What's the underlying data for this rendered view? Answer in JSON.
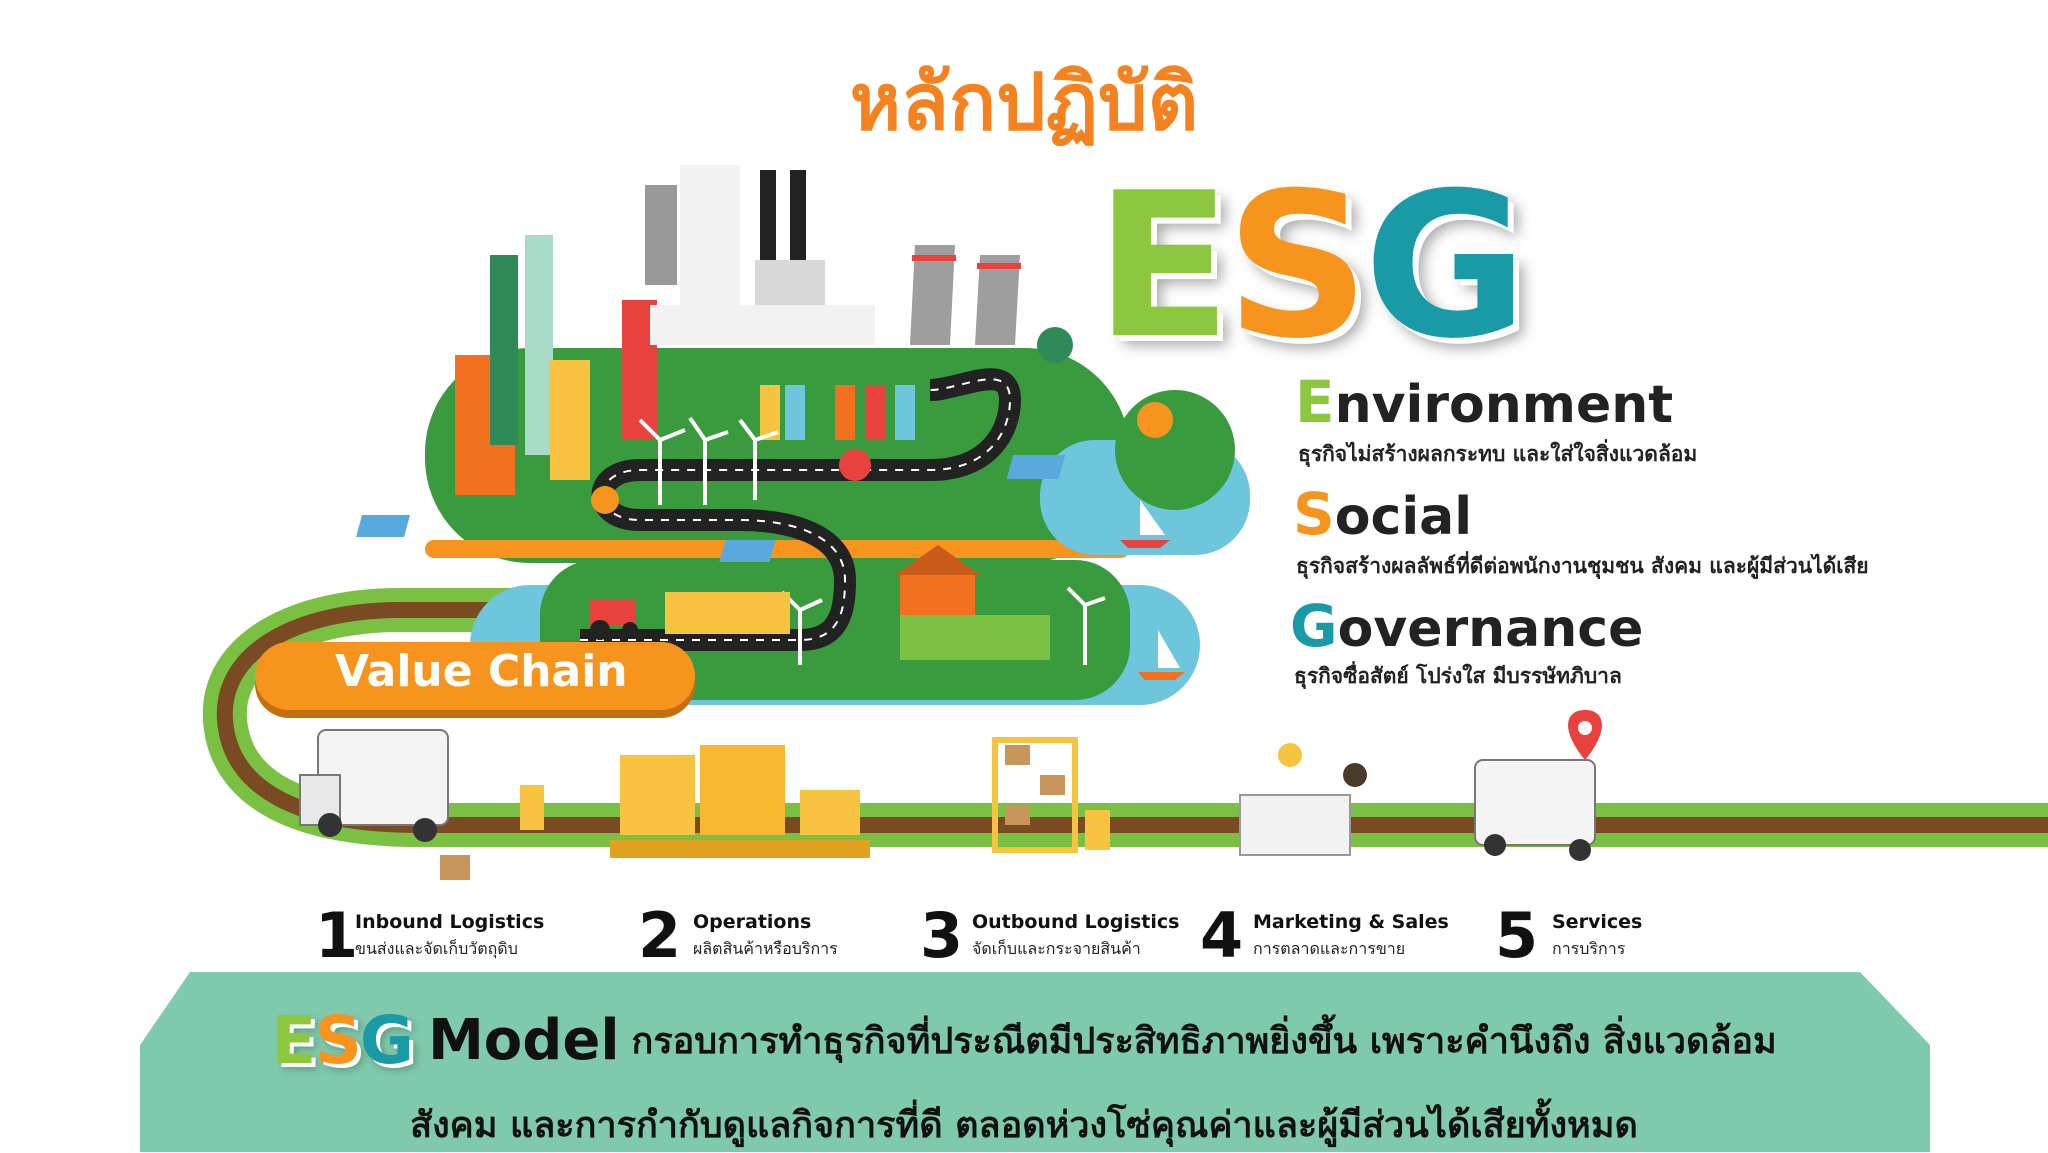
{
  "title": "หลักปฏิบัติ",
  "esg": {
    "letters": [
      "E",
      "S",
      "G"
    ],
    "colors": {
      "E": "#8dc63f",
      "S": "#f7941d",
      "G": "#1a9aa6"
    }
  },
  "pillars": [
    {
      "initial": "E",
      "rest": "nvironment",
      "desc": "ธุรกิจไม่สร้างผลกระทบ และใส่ใจสิ่งแวดล้อม",
      "color": "#8dc63f"
    },
    {
      "initial": "S",
      "rest": "ocial",
      "desc": "ธุรกิจสร้างผลลัพธ์ที่ดีต่อพนักงานชุมชน สังคม และผู้มีส่วนได้เสีย",
      "color": "#f7941d"
    },
    {
      "initial": "G",
      "rest": "overnance",
      "desc": "ธุรกิจซื่อสัตย์ โปร่งใส มีบรรษัทภิบาล",
      "color": "#1a9aa6"
    }
  ],
  "value_chain": {
    "label": "Value Chain",
    "steps": [
      {
        "num": "1",
        "en": "Inbound Logistics",
        "th": "ขนส่งและจัดเก็บวัตถุดิบ"
      },
      {
        "num": "2",
        "en": "Operations",
        "th": "ผลิตสินค้าหรือบริการ"
      },
      {
        "num": "3",
        "en": "Outbound Logistics",
        "th": "จัดเก็บและกระจายสินค้า"
      },
      {
        "num": "4",
        "en": "Marketing & Sales",
        "th": "การตลาดและการขาย"
      },
      {
        "num": "5",
        "en": "Services",
        "th": "การบริการ"
      }
    ]
  },
  "banner": {
    "model": "Model",
    "line1": "กรอบการทำธุรกิจที่ประณีตมีประสิทธิภาพยิ่งขึ้น เพราะคำนึงถึง สิ่งแวดล้อม",
    "line2": "สังคม และการกำกับดูแลกิจการที่ดี ตลอดห่วงโซ่คุณค่าและผู้มีส่วนได้เสียทั้งหมด",
    "color": "#7fc9ad"
  }
}
